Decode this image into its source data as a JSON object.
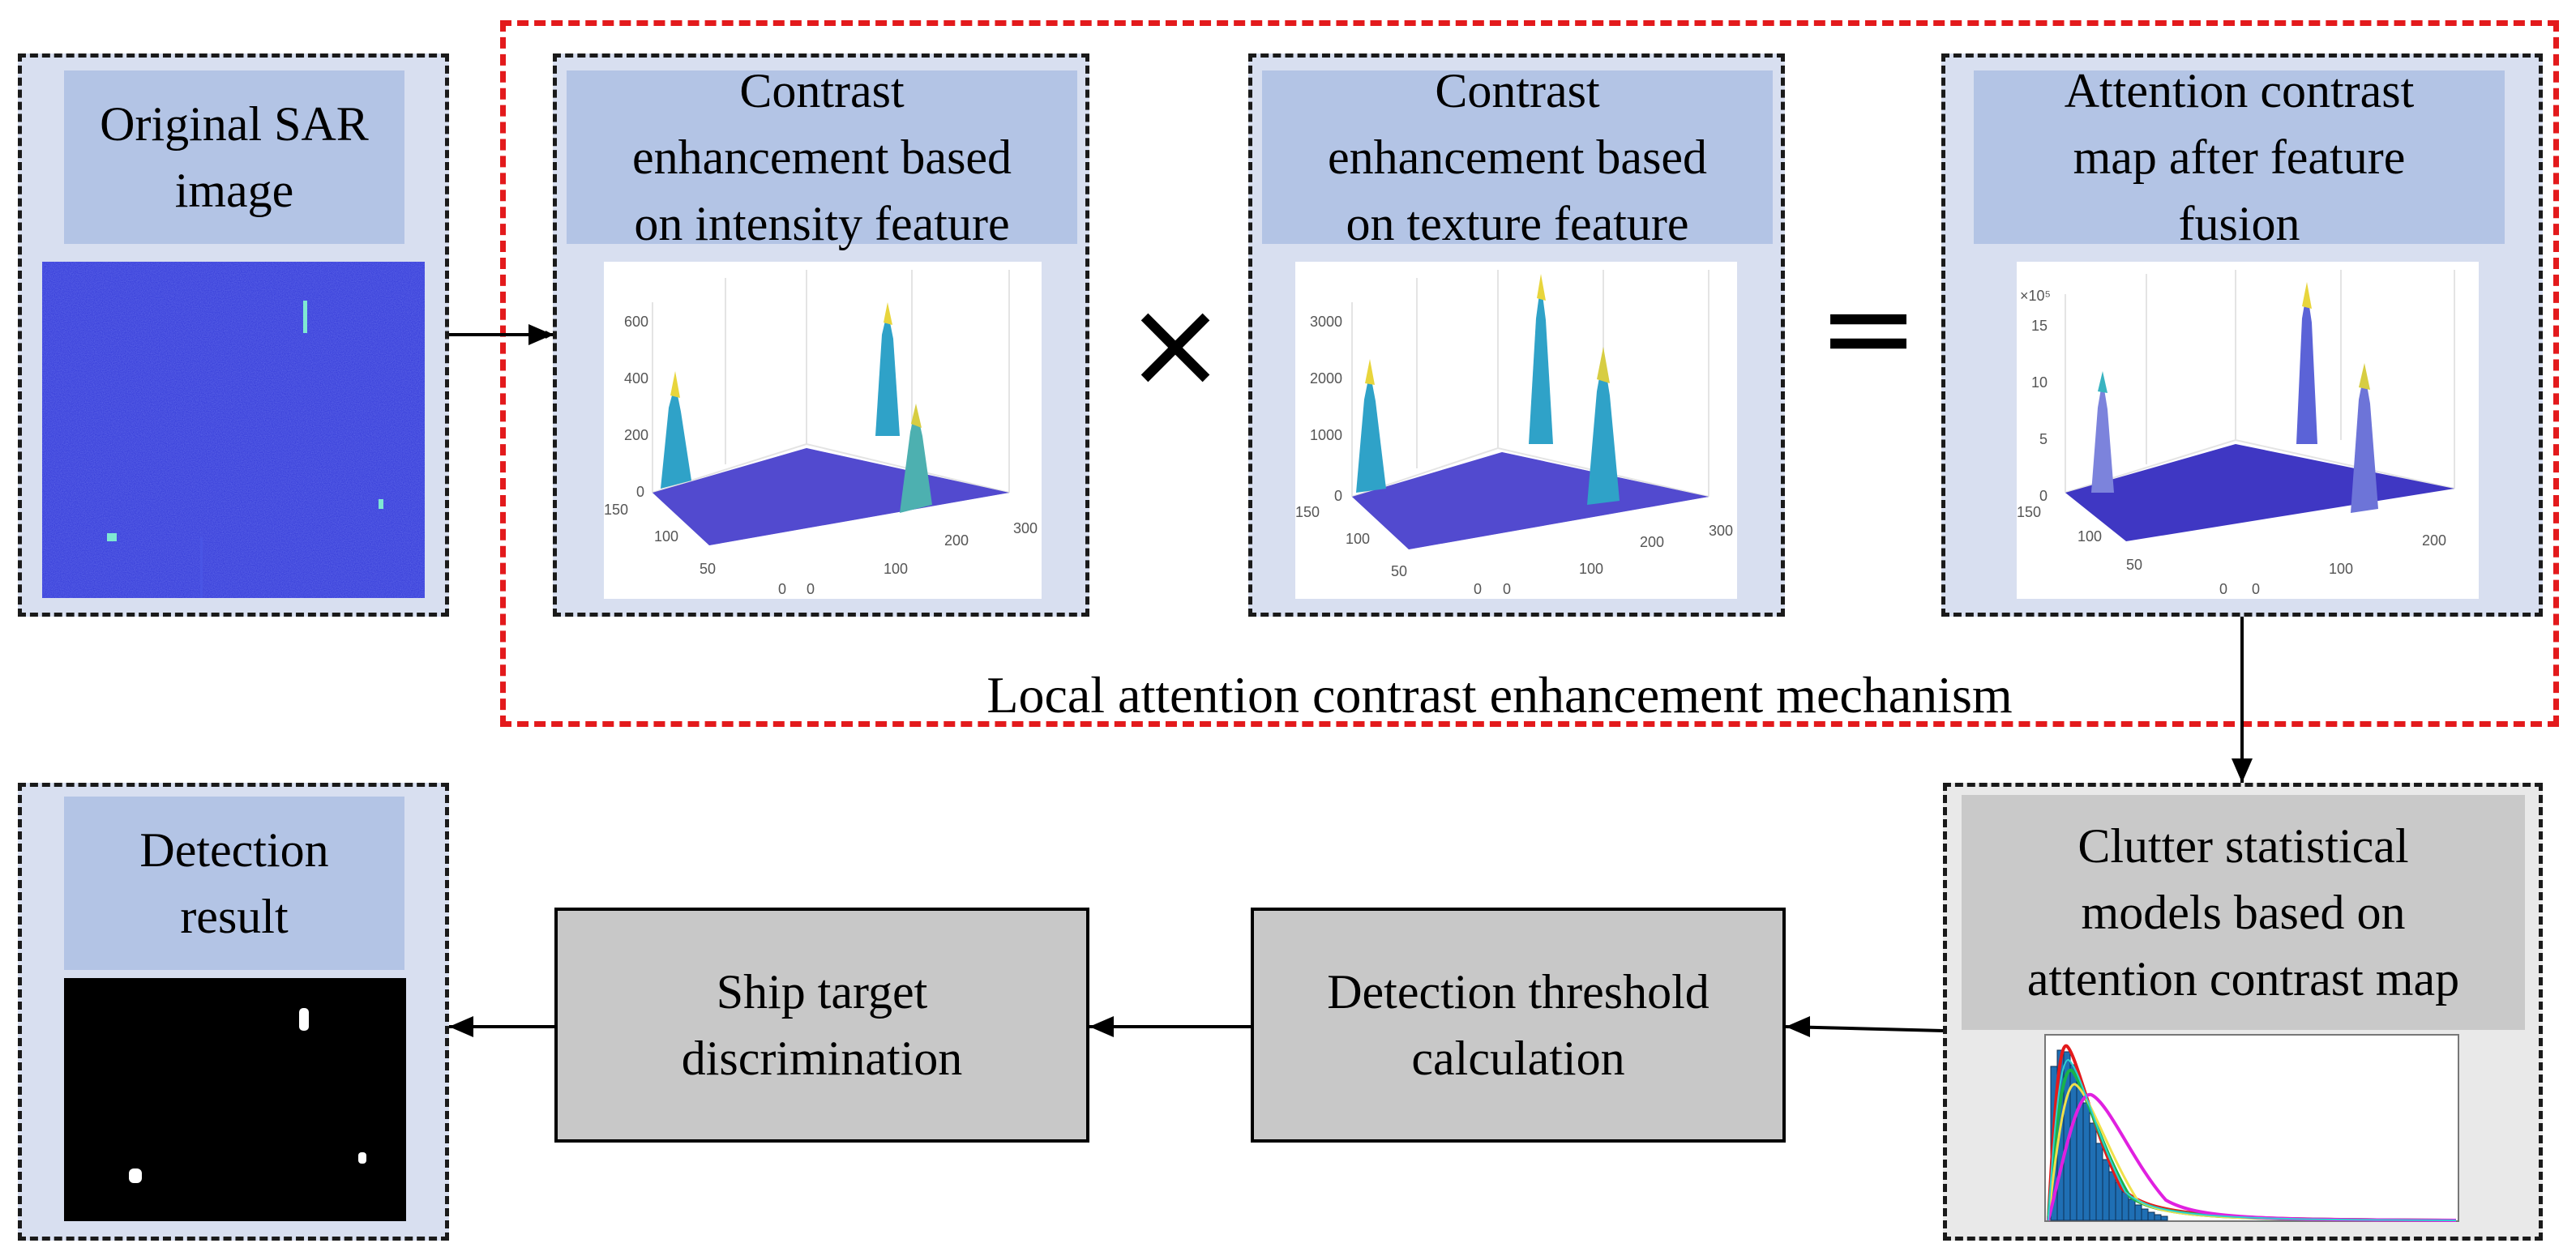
{
  "original": {
    "label": "Original SAR\nimage"
  },
  "intensity": {
    "label": "Contrast\nenhancement  based\non intensity feature",
    "z_ticks": [
      "600",
      "400",
      "200",
      "0"
    ],
    "y_ticks": [
      "150",
      "100",
      "50",
      "0"
    ],
    "x_ticks": [
      "0",
      "100",
      "200",
      "300"
    ]
  },
  "texture": {
    "label": "Contrast\nenhancement  based\non texture feature",
    "z_ticks": [
      "3000",
      "2000",
      "1000",
      "0"
    ],
    "y_ticks": [
      "150",
      "100",
      "50",
      "0"
    ],
    "x_ticks": [
      "0",
      "100",
      "200",
      "300"
    ]
  },
  "fusion": {
    "label": "Attention  contrast\nmap after feature\nfusion",
    "z_exponent": "×10⁵",
    "z_ticks": [
      "15",
      "10",
      "5",
      "0"
    ],
    "y_ticks": [
      "150",
      "100",
      "50",
      "0"
    ],
    "x_ticks": [
      "0",
      "100",
      "200"
    ]
  },
  "operators": {
    "multiply": "×",
    "equals": "="
  },
  "mechanism": {
    "caption": "Local attention contrast enhancement mechanism"
  },
  "clutter": {
    "label": "Clutter statistical\nmodels  based on\nattention contrast map"
  },
  "threshold": {
    "label": "Detection threshold\ncalculation"
  },
  "ship": {
    "label": "Ship target\ndiscrimination"
  },
  "detection": {
    "label": "Detection\nresult"
  },
  "colors": {
    "panel_fill": "#d8dff0",
    "label_fill": "#b3c4e5",
    "process_fill": "#c8c8c8",
    "mechanism_border": "#e31a1c",
    "sar_blue": "#2f35d6"
  }
}
